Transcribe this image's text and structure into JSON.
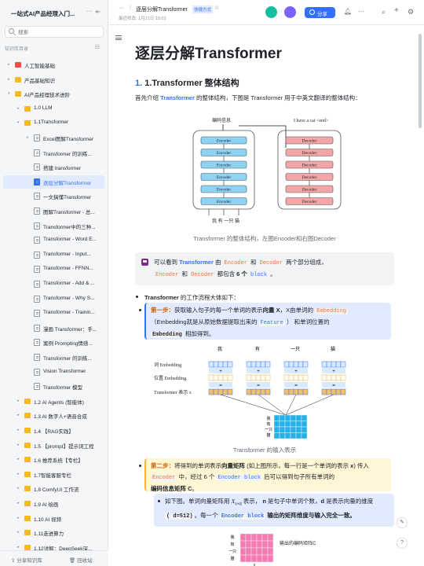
{
  "sidebar": {
    "title": "一站式AI产品经理入门...",
    "search_placeholder": "搜索",
    "section_label": "知识库目录",
    "items": [
      {
        "label": "人工智能基础",
        "level": 1,
        "type": "folder",
        "expand": "collapsed"
      },
      {
        "label": "产品基础知识",
        "level": 1,
        "type": "folder",
        "expand": "collapsed"
      },
      {
        "label": "AI产品经理技术进阶",
        "level": 1,
        "type": "folder",
        "expand": "expanded"
      },
      {
        "label": "1.0 LLM",
        "level": 2,
        "type": "folder",
        "expand": "collapsed"
      },
      {
        "label": "1.1Transformer",
        "level": 2,
        "type": "folder",
        "expand": "expanded"
      },
      {
        "label": "Excel图解Transformer",
        "level": 3,
        "type": "doc",
        "expand": "collapsed"
      },
      {
        "label": "Transformer 的训练...",
        "level": 3,
        "type": "doc",
        "expand": "none"
      },
      {
        "label": "搭建 transformer",
        "level": 3,
        "type": "doc",
        "expand": "none"
      },
      {
        "label": "逐层分解Transformer",
        "level": 3,
        "type": "doc",
        "expand": "none",
        "active": true
      },
      {
        "label": "一文搞懂Transformer",
        "level": 3,
        "type": "doc",
        "expand": "none"
      },
      {
        "label": "图解Transformer - 总...",
        "level": 3,
        "type": "doc",
        "expand": "none"
      },
      {
        "label": "Transformer中的三种...",
        "level": 3,
        "type": "doc",
        "expand": "none"
      },
      {
        "label": "Transformer - Word E...",
        "level": 3,
        "type": "doc",
        "expand": "none"
      },
      {
        "label": "Transformer - Input...",
        "level": 3,
        "type": "doc",
        "expand": "none"
      },
      {
        "label": "Transformer - FFNN...",
        "level": 3,
        "type": "doc",
        "expand": "none"
      },
      {
        "label": "Transformer - Add & ...",
        "level": 3,
        "type": "doc",
        "expand": "none"
      },
      {
        "label": "Transformer - Why S...",
        "level": 3,
        "type": "doc",
        "expand": "none"
      },
      {
        "label": "Transformer - Trainin...",
        "level": 3,
        "type": "doc",
        "expand": "none"
      },
      {
        "label": "漫画 Transformer：手...",
        "level": 3,
        "type": "doc",
        "expand": "none"
      },
      {
        "label": "案例 Prompting情感...",
        "level": 3,
        "type": "doc",
        "expand": "none"
      },
      {
        "label": "Transformer 的训练...",
        "level": 3,
        "type": "doc",
        "expand": "none"
      },
      {
        "label": "Vision Transformer",
        "level": 3,
        "type": "doc",
        "expand": "none"
      },
      {
        "label": "Transformer 模型",
        "level": 3,
        "type": "doc",
        "expand": "none"
      },
      {
        "label": "1.2 AI Agents (智能体)",
        "level": 2,
        "type": "folder",
        "expand": "collapsed"
      },
      {
        "label": "1.3 AI 数字人+语音合成",
        "level": 2,
        "type": "folder",
        "expand": "collapsed"
      },
      {
        "label": "1.4 【RAG实践】",
        "level": 2,
        "type": "folder",
        "expand": "collapsed"
      },
      {
        "label": "1.5 【prompt】提示词工程",
        "level": 2,
        "type": "folder",
        "expand": "collapsed"
      },
      {
        "label": "1.6 推荐系统【专栏】",
        "level": 2,
        "type": "folder",
        "expand": "collapsed"
      },
      {
        "label": "1.7智能客服专栏",
        "level": 2,
        "type": "folder",
        "expand": "collapsed"
      },
      {
        "label": "1.8 ComfyUI 工作流",
        "level": 2,
        "type": "folder",
        "expand": "collapsed"
      },
      {
        "label": "1.9 AI 绘画",
        "level": 2,
        "type": "folder",
        "expand": "collapsed"
      },
      {
        "label": "1.10 AI 视频",
        "level": 2,
        "type": "folder",
        "expand": "collapsed"
      },
      {
        "label": "1.11走进算力",
        "level": 2,
        "type": "folder",
        "expand": "collapsed"
      },
      {
        "label": "1.12详解：DeepSeek深...",
        "level": 2,
        "type": "folder",
        "expand": "collapsed"
      }
    ],
    "footer": {
      "share": "分享知识库",
      "recycle": "回收站"
    }
  },
  "topbar": {
    "breadcrumb_more": "···",
    "doc_title": "逐层分解Transformer",
    "tag": "快捷方式",
    "edit_time": "最近修改: 1月21日 15:03",
    "share_label": "分享",
    "icons": [
      "star-icon",
      "bell-icon",
      "more-icon",
      "search-icon",
      "plus-icon",
      "settings-icon"
    ]
  },
  "doc": {
    "title": "逐层分解Transformer",
    "h2_num": "1.",
    "h2_text": "1.Transformer 整体结构",
    "intro_a": "首先介绍 ",
    "intro_kw": "Transformer",
    "intro_b": " 的整体结构，下图是 Transformer 用于中英文翻译的整体结构：",
    "fig1": {
      "left_label": "编码信息",
      "right_label": "I  have  a  cat  <end>",
      "encoder": "Encoder",
      "decoder": "Decoder",
      "bottom_label": "我  有  一只  猫"
    },
    "caption1": "Transformer 的整体结构，左图Encoder和右图Decoder",
    "callout": {
      "a": "可以看到 ",
      "kw": "Transformer",
      "b": " 由 ",
      "enc": "Encoder",
      "c": " 和 ",
      "dec": "Decoder",
      "d": " 两个部分组成，",
      "enc2": "Encoder",
      "e": " 和 ",
      "dec2": "Decoder",
      "f": " 都包含 ",
      "six": "6 个",
      "g": " ",
      "block": "block",
      "h": " 。"
    },
    "bullet_a": "Transformer",
    "bullet_b": " 的工作流程大体如下：",
    "step1": {
      "label": "第一步：",
      "a": "获取输入句子的每一个单词的表示",
      "bold1": "向量 X",
      "b": "，X由单词的 ",
      "emb": "Embedding",
      "c": "（Embedding就是从原始数据提取出来的 ",
      "feat": "Feature",
      "d": " ） 和单词位置的 ",
      "emb2": "Embedding",
      "e": " 相加得到。"
    },
    "fig2": {
      "cols": [
        "我",
        "有",
        "一只",
        "猫"
      ],
      "row1": "词 Embedding",
      "row2": "位置 Embedding",
      "row3": "Transformer 表示  x",
      "stack": [
        "我",
        "有",
        "一只",
        "猫"
      ]
    },
    "caption2": "Transformer 的输入表示",
    "step2": {
      "label": "第二步：",
      "a": "将得到的单词表示",
      "bold1": "向量矩阵",
      "b": " (如上图所示，每一行是一个单词的表示 ",
      "x": "x",
      "c": ") 传入 ",
      "enc": "Encoder",
      "d": " 中，经过 6 个 ",
      "blk": "Encoder block",
      "e": " 后可以得到句子所有单词的",
      "bold2": "编码信息矩阵 C",
      "f": "。"
    },
    "sub": {
      "a": "如下图。单词向量矩阵用 ",
      "math": "X",
      "math_sub": "n×d",
      "b": " 表示， ",
      "n": "n",
      "c": " 是句子中单词个数，",
      "d_": "d",
      "e": " 是表示向量的维度 ",
      "dval": "( d=512)",
      "f": "。每一个 ",
      "blk": "Encoder block",
      "g": " 输出的矩阵维度与输入完全一致。"
    },
    "fig3": {
      "stack": [
        "我",
        "有",
        "一只",
        "猫"
      ],
      "label": "输出的编码矩阵C"
    }
  },
  "colors": {
    "accent": "#3370ff",
    "encoder": "#8fd3f4",
    "decoder": "#f4a6a6",
    "matrix_blue": "#27b0e6",
    "matrix_pink": "#f57bb2"
  }
}
